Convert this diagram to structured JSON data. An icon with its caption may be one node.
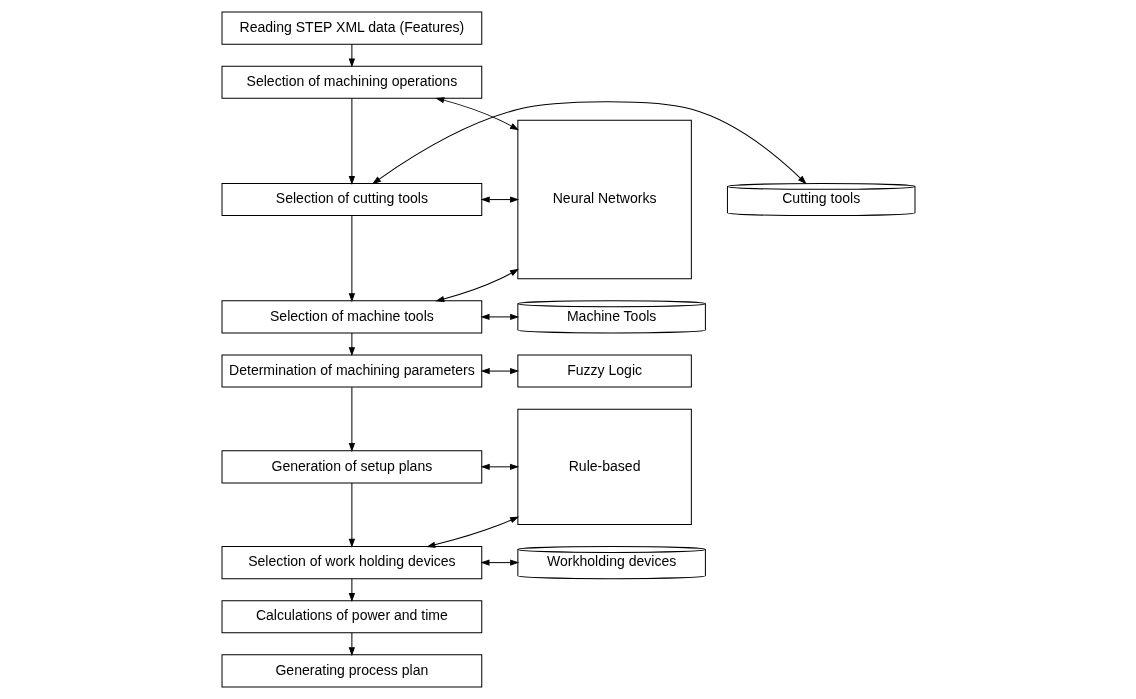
{
  "diagram": {
    "nodes": [
      {
        "text": [
          "Reading STEP XML data (Features)"
        ]
      },
      {
        "text": [
          "Selection of machining operations"
        ]
      },
      {
        "text": [
          "Selection of cutting tools"
        ]
      },
      {
        "text": [
          "Selection of machine tools"
        ]
      },
      {
        "text": [
          "Determination of machining parameters"
        ]
      },
      {
        "text": [
          "Generation of setup plans"
        ]
      },
      {
        "text": [
          "Selection of work holding devices"
        ]
      },
      {
        "text": [
          "Calculations of power and time"
        ]
      },
      {
        "text": [
          "Generating process plan"
        ]
      },
      {
        "text": [
          "Neural Networks"
        ]
      },
      {
        "text": [
          "Fuzzy Logic"
        ]
      },
      {
        "text": [
          "Rule-based"
        ]
      },
      {
        "text": [
          "Cutting tools"
        ]
      },
      {
        "text": [
          "Machine Tools"
        ]
      },
      {
        "text": [
          "Workholding devices"
        ]
      }
    ],
    "edges": [
      {
        "from": 0,
        "to": 1,
        "arrow": "to"
      },
      {
        "from": 9,
        "to": 1,
        "arrow": "both"
      },
      {
        "from": 1,
        "to": 2,
        "arrow": "to"
      },
      {
        "from": 9,
        "to": 2,
        "arrow": "both"
      },
      {
        "from": 2,
        "to": 12,
        "arrow": "both"
      },
      {
        "from": 2,
        "to": 3,
        "arrow": "to"
      },
      {
        "from": 9,
        "to": 3,
        "arrow": "both"
      },
      {
        "from": 3,
        "to": 13,
        "arrow": "both"
      },
      {
        "from": 3,
        "to": 4,
        "arrow": "to"
      },
      {
        "from": 10,
        "to": 4,
        "arrow": "both"
      },
      {
        "from": 4,
        "to": 5,
        "arrow": "to"
      },
      {
        "from": 11,
        "to": 5,
        "arrow": "both"
      },
      {
        "from": 5,
        "to": 6,
        "arrow": "to"
      },
      {
        "from": 11,
        "to": 6,
        "arrow": "both"
      },
      {
        "from": 6,
        "to": 14,
        "arrow": "both"
      },
      {
        "from": 6,
        "to": 7,
        "arrow": "to"
      },
      {
        "from": 7,
        "to": 8,
        "arrow": "to"
      }
    ]
  }
}
